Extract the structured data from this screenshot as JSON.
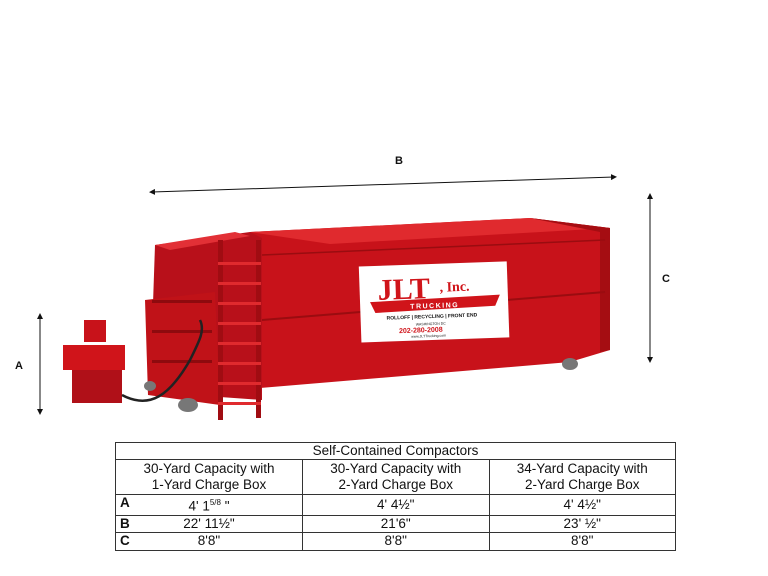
{
  "dimensions": {
    "a": "A",
    "b": "B",
    "c": "C"
  },
  "logo": {
    "name": "JLT",
    "suffix": ", Inc.",
    "banner": "TRUCKING",
    "services": "ROLLOFF | RECYCLING | FRONT END",
    "city": "WASHINGTON DC",
    "phone": "202-280-2008",
    "web": "www.JLTTrucking.com"
  },
  "colors": {
    "body": "#d0141a",
    "shadow": "#8e0a0e"
  },
  "table": {
    "title": "Self-Contained Compactors",
    "headers": [
      [
        "30-Yard Capacity with",
        "1-Yard Charge Box"
      ],
      [
        "30-Yard Capacity with",
        "2-Yard Charge Box"
      ],
      [
        "34-Yard Capacity with",
        "2-Yard Charge Box"
      ]
    ],
    "rows": [
      {
        "label": "A",
        "values": [
          "4' 1",
          "4' 4½\"",
          "4' 4½\""
        ],
        "sup": "5/8",
        "tail": " \""
      },
      {
        "label": "B",
        "values": [
          "22' 11½\"",
          "21'6\"",
          "23' ½\""
        ]
      },
      {
        "label": "C",
        "values": [
          "8'8\"",
          "8'8\"",
          "8'8\""
        ]
      }
    ]
  }
}
